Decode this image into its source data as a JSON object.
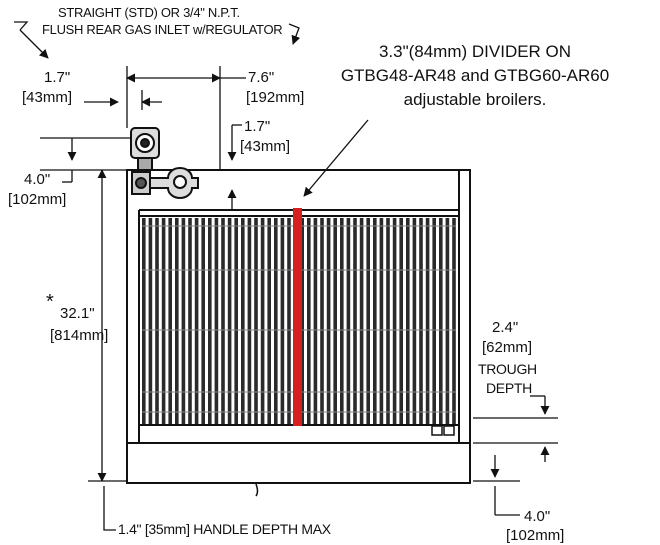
{
  "labels": {
    "inlet_line1": "STRAIGHT (STD) OR 3/4\" N.P.T.",
    "inlet_line2": "FLUSH REAR GAS INLET w/REGULATOR",
    "dim_1_7_top_in": "1.7\"",
    "dim_1_7_top_mm": "[43mm]",
    "dim_7_6_in": "7.6\"",
    "dim_7_6_mm": "[192mm]",
    "dim_1_7_right_in": "1.7\"",
    "dim_1_7_right_mm": "[43mm]",
    "dim_4_0_top_in": "4.0\"",
    "dim_4_0_top_mm": "[102mm]",
    "asterisk": "*",
    "dim_32_1_in": "32.1\"",
    "dim_32_1_mm": "[814mm]",
    "divider_line1": "3.3\"(84mm) DIVIDER ON",
    "divider_line2": "GTBG48-AR48 and GTBG60-AR60",
    "divider_line3": "adjustable broilers.",
    "trough_in": "2.4\"",
    "trough_mm": "[62mm]",
    "trough_word": "TROUGH",
    "depth_word": "DEPTH",
    "handle_note": "1.4\" [35mm] HANDLE DEPTH MAX",
    "dim_4_0_bottom_in": "4.0\"",
    "dim_4_0_bottom_mm": "[102mm]"
  },
  "colors": {
    "line": "#111111",
    "divider": "#d42020",
    "grate": "#2a2a2a",
    "background": "#ffffff"
  }
}
